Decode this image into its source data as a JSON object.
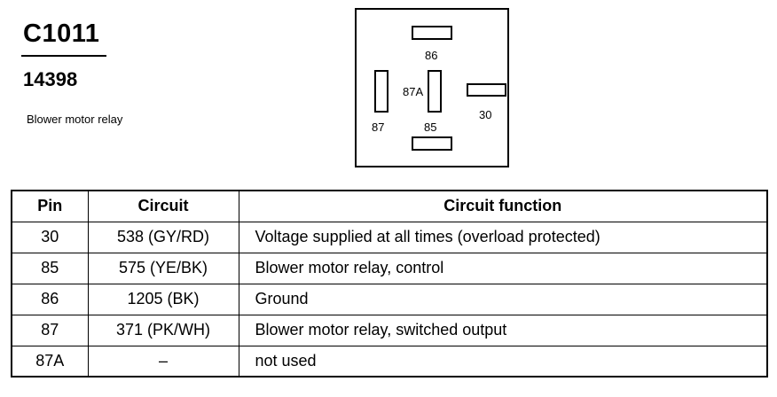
{
  "header": {
    "connector_id": "C1011",
    "part_number": "14398",
    "description": "Blower motor relay"
  },
  "diagram": {
    "pins": [
      {
        "name": "86",
        "orientation": "horizontal"
      },
      {
        "name": "87",
        "orientation": "vertical"
      },
      {
        "name": "87A",
        "orientation": "vertical"
      },
      {
        "name": "30",
        "orientation": "horizontal"
      },
      {
        "name": "85",
        "orientation": "horizontal"
      }
    ]
  },
  "table": {
    "columns": [
      "Pin",
      "Circuit",
      "Circuit function"
    ],
    "rows": [
      {
        "pin": "30",
        "circuit": "538 (GY/RD)",
        "function": "Voltage supplied at all times (overload protected)"
      },
      {
        "pin": "85",
        "circuit": "575 (YE/BK)",
        "function": "Blower motor relay, control"
      },
      {
        "pin": "86",
        "circuit": "1205 (BK)",
        "function": "Ground"
      },
      {
        "pin": "87",
        "circuit": "371 (PK/WH)",
        "function": "Blower motor relay, switched output"
      },
      {
        "pin": "87A",
        "circuit": "–",
        "function": "not used"
      }
    ]
  }
}
